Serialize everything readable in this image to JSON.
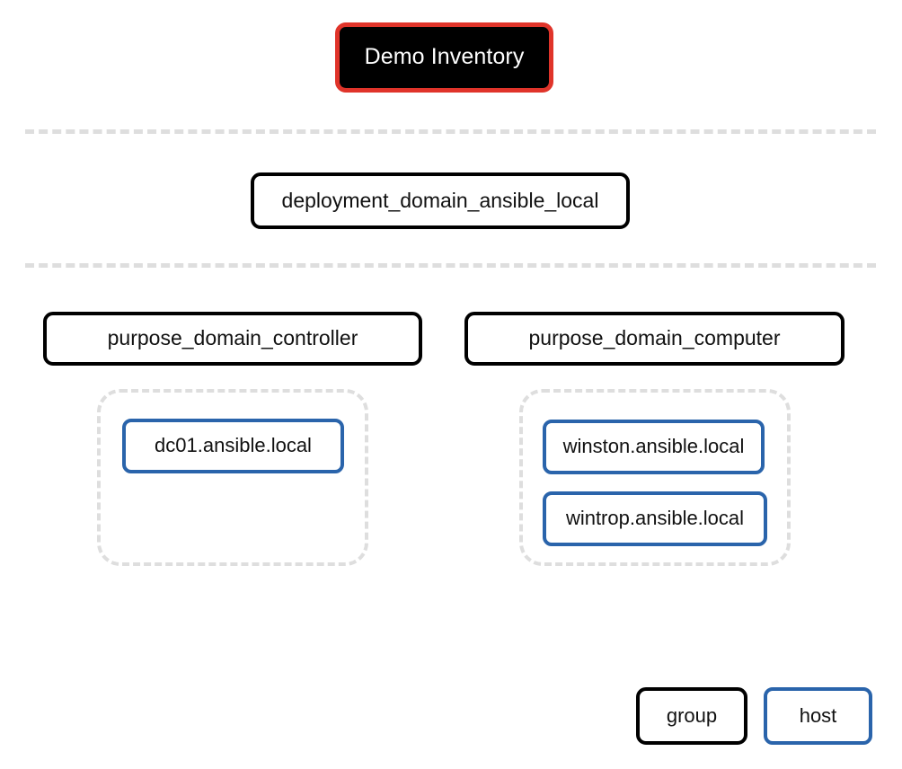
{
  "diagram": {
    "title_node": {
      "label": "Demo Inventory",
      "fill": "#000000",
      "border": "#e0342a",
      "text_color": "#ffffff"
    },
    "separators": [
      {
        "name": "rank-separator-1"
      },
      {
        "name": "rank-separator-2"
      }
    ],
    "deployment_group": {
      "label": "deployment_domain_ansible_local",
      "border": "#000000"
    },
    "groups": [
      {
        "label": "purpose_domain_controller",
        "border": "#000000",
        "hosts": [
          {
            "label": "dc01.ansible.local",
            "border": "#2a64ab"
          }
        ]
      },
      {
        "label": "purpose_domain_computer",
        "border": "#000000",
        "hosts": [
          {
            "label": "winston.ansible.local",
            "border": "#2a64ab"
          },
          {
            "label": "wintrop.ansible.local",
            "border": "#2a64ab"
          }
        ]
      }
    ],
    "legend": {
      "group_label": "group",
      "host_label": "host",
      "group_border": "#000000",
      "host_border": "#2a64ab"
    }
  }
}
